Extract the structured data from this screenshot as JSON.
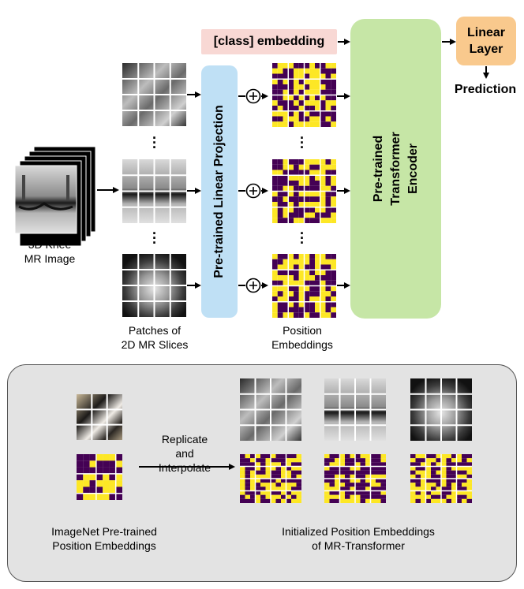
{
  "labels": {
    "knee_image": "3D Knee\nMR Image",
    "patches": "Patches of\n2D MR Slices",
    "position_embeddings": "Position\nEmbeddings",
    "projection": "Pre-trained Linear Projection",
    "encoder": "Pre-trained\nTransformer\nEncoder",
    "class_embedding": "[class] embedding",
    "linear_layer": "Linear\nLayer",
    "prediction": "Prediction",
    "replicate": "Replicate\nand\nInterpolate",
    "imagenet_pe": "ImageNet Pre-trained\nPosition Embeddings",
    "initialized_pe": "Initialized Position Embeddings\nof MR-Transformer"
  },
  "colors": {
    "purple": "#440154",
    "yellow": "#fde725",
    "projection_fill": "#bfe0f5",
    "encoder_fill": "#c6e6a6",
    "class_fill": "#f8d8d4",
    "linear_fill": "#f9c98d",
    "panel_fill": "#e3e3e3"
  },
  "icons": {
    "plus": "circled-plus-icon",
    "arrow": "right-arrow-icon"
  }
}
